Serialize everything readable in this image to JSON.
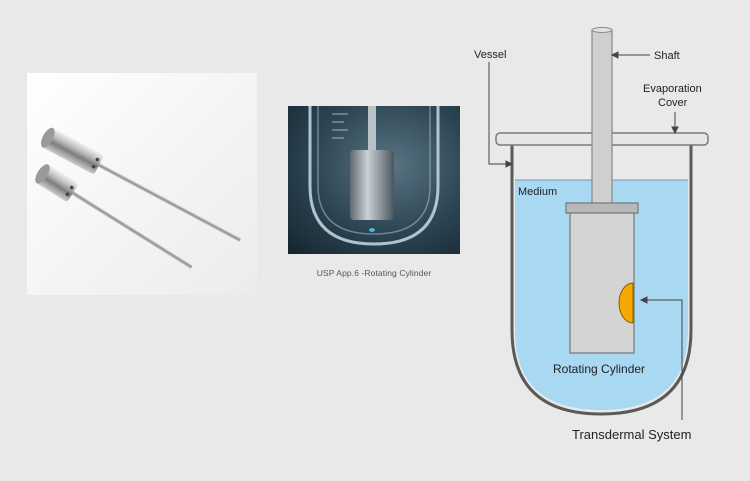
{
  "photo_caption": "USP App.6 -Rotating Cylinder",
  "diagram": {
    "labels": {
      "vessel": "Vessel",
      "shaft": "Shaft",
      "evaporation_line1": "Evaporation",
      "evaporation_line2": "Cover",
      "medium": "Medium",
      "rotating_cylinder": "Rotating Cylinder",
      "transdermal_system": "Transdermal System"
    },
    "colors": {
      "medium": "#a8d8f2",
      "cylinder": "#d4d4d4",
      "transdermal": "#f5a800",
      "vessel_wall": "#5a5a5a",
      "background": "#e9e9e9"
    }
  }
}
